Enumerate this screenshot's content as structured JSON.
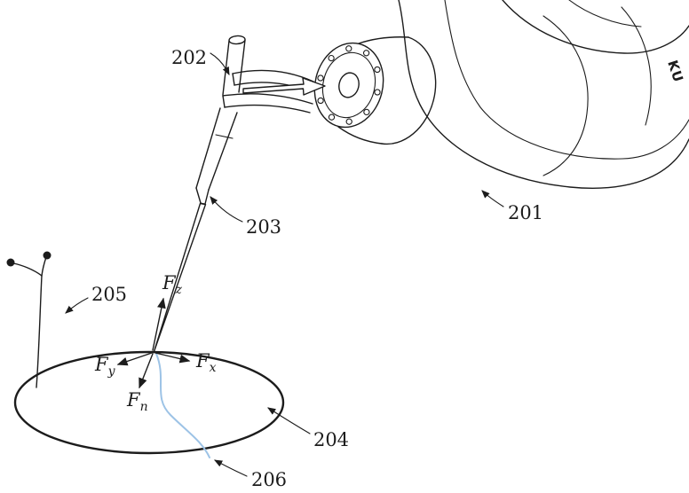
{
  "figure": {
    "background": "#ffffff",
    "line_color": "#1c1c1c",
    "trace_color": "#9dc3e6",
    "ref_labels": {
      "arm": "201",
      "holder": "202",
      "pipette": "203",
      "dish": "204",
      "plant": "205",
      "trace": "206"
    },
    "force_labels": {
      "fz": {
        "symbol": "F",
        "sub": "z"
      },
      "fx": {
        "symbol": "F",
        "sub": "x"
      },
      "fy": {
        "symbol": "F",
        "sub": "y"
      },
      "fn": {
        "symbol": "F",
        "sub": "n"
      }
    },
    "arm_logo": "KU"
  }
}
